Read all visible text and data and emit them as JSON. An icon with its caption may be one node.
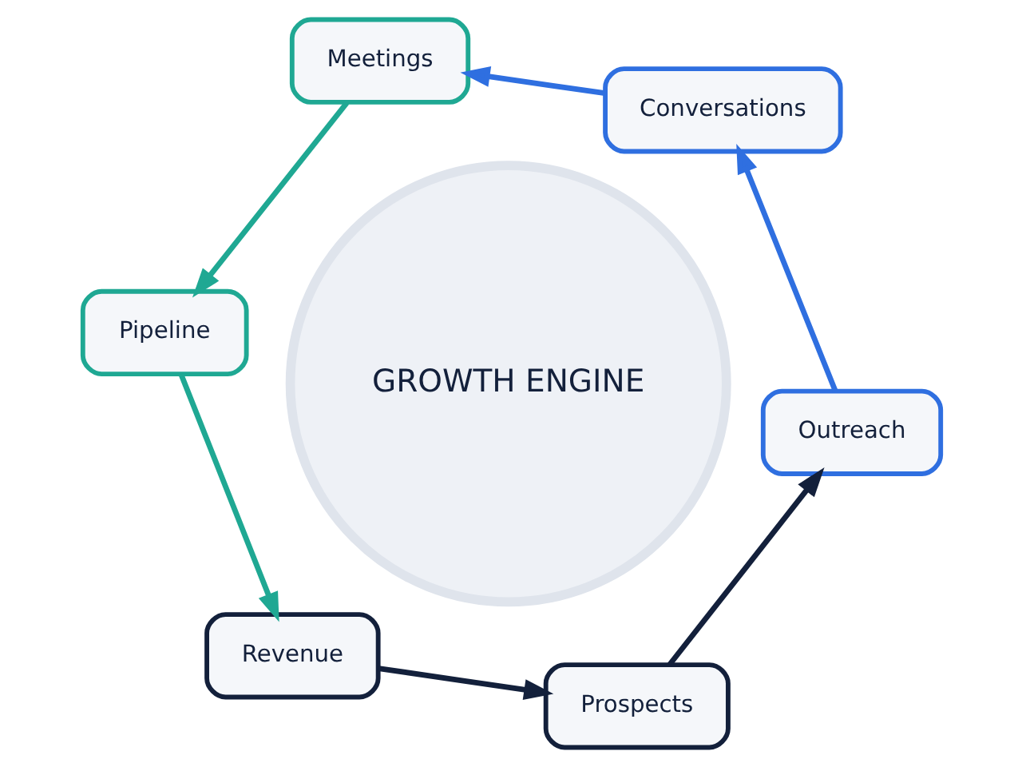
{
  "diagram": {
    "nodes": [
      {
        "text": [
          "GROWTH ENGINE"
        ]
      },
      {
        "text": [
          "Prospects"
        ]
      },
      {
        "text": [
          "Outreach"
        ]
      },
      {
        "text": [
          "Conversations"
        ]
      },
      {
        "text": [
          "Meetings"
        ]
      },
      {
        "text": [
          "Pipeline"
        ]
      },
      {
        "text": [
          "Revenue"
        ]
      }
    ],
    "edges": [
      {
        "from": 1,
        "to": 2,
        "arrow": "to",
        "color": "#13203b"
      },
      {
        "from": 2,
        "to": 3,
        "arrow": "to",
        "color": "#2f6fe0"
      },
      {
        "from": 3,
        "to": 4,
        "arrow": "to",
        "color": "#2f6fe0"
      },
      {
        "from": 4,
        "to": 5,
        "arrow": "to",
        "color": "#1fa893"
      },
      {
        "from": 5,
        "to": 6,
        "arrow": "to",
        "color": "#1fa893"
      },
      {
        "from": 6,
        "to": 1,
        "arrow": "to",
        "color": "#13203b"
      }
    ]
  }
}
